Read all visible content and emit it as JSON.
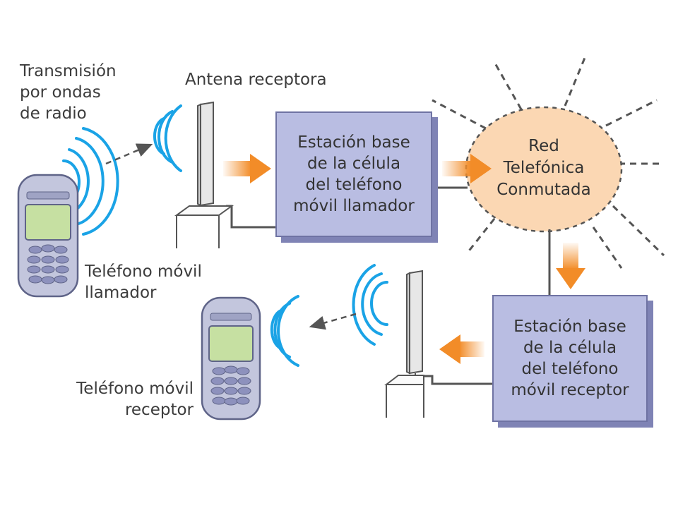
{
  "labels": {
    "transmission": [
      "Transmisión",
      "por ondas",
      "de radio"
    ],
    "antenna": "Antena receptora",
    "caller_phone": [
      "Teléfono móvil",
      "llamador"
    ],
    "receiver_phone": [
      "Teléfono móvil",
      "receptor"
    ]
  },
  "boxes": {
    "caller_base": [
      "Estación base",
      "de la célula",
      "del teléfono",
      "móvil llamador"
    ],
    "receiver_base": [
      "Estación base",
      "de la célula",
      "del teléfono",
      "móvil receptor"
    ]
  },
  "network": [
    "Red",
    "Telefónica",
    "Conmutada"
  ],
  "colors": {
    "box_fill": "#b9bde2",
    "network_fill": "#fbd7b3",
    "flow_arrow": "#f28c28",
    "radio_waves": "#1aa3e6",
    "phone_body": "#c3c6dd",
    "phone_screen": "#c6e0a2"
  }
}
